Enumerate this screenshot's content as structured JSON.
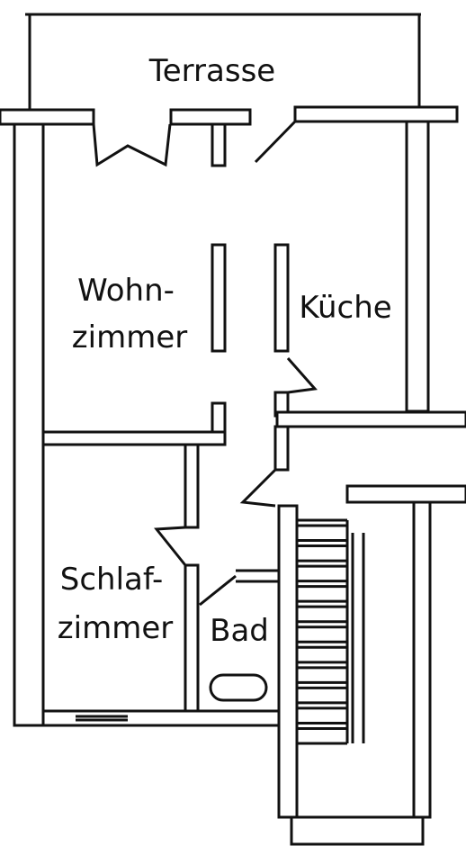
{
  "rooms": {
    "terrace": "Terrasse",
    "living_line1": "Wohn-",
    "living_line2": "zimmer",
    "kitchen": "Küche",
    "bedroom_line1": "Schlaf-",
    "bedroom_line2": "zimmer",
    "bathroom": "Bad"
  },
  "colors": {
    "line": "#111111",
    "background": "#ffffff"
  },
  "stair_steps": 12
}
